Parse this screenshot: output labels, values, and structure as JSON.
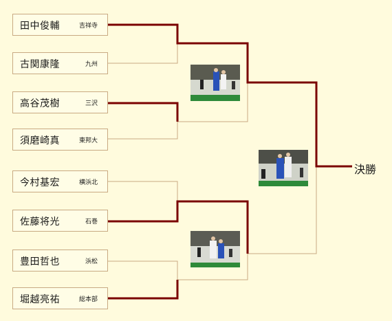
{
  "entries": [
    {
      "name": "田中俊輔",
      "affiliation": "吉祥寺"
    },
    {
      "name": "古関康隆",
      "affiliation": "九州"
    },
    {
      "name": "高谷茂樹",
      "affiliation": "三沢"
    },
    {
      "name": "須磨崎真",
      "affiliation": "東邦大"
    },
    {
      "name": "今村基宏",
      "affiliation": "横浜北"
    },
    {
      "name": "佐藤将光",
      "affiliation": "石巻"
    },
    {
      "name": "豊田哲也",
      "affiliation": "浜松"
    },
    {
      "name": "堀越亮祐",
      "affiliation": "総本部"
    }
  ],
  "final_label": "決勝",
  "colors": {
    "winner_line": "#7a0000",
    "loser_line": "#c8a982",
    "background": "#fffbdd"
  }
}
